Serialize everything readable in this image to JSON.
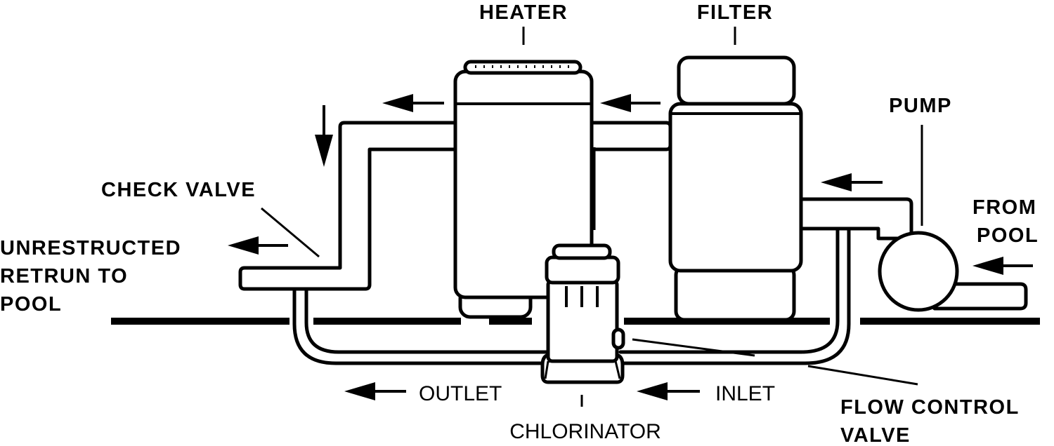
{
  "diagram": {
    "title": "Pool equipment plumbing with in-line chlorinator",
    "colors": {
      "stroke": "#000000",
      "background": "#ffffff"
    },
    "labels": {
      "heater": "HEATER",
      "filter": "FILTER",
      "pump": "PUMP",
      "from_pool_line1": "FROM",
      "from_pool_line2": "POOL",
      "check_valve": "CHECK VALVE",
      "return_line1": "UNRESTRUCTED",
      "return_line2": "RETRUN TO",
      "return_line3": "POOL",
      "outlet": "OUTLET",
      "inlet": "INLET",
      "chlorinator": "CHLORINATOR",
      "flow_control_line1": "FLOW CONTROL",
      "flow_control_line2": "VALVE"
    },
    "components": [
      "pump",
      "filter",
      "heater",
      "check valve",
      "chlorinator",
      "flow control valve"
    ],
    "flow_direction": "right-to-left",
    "arrows": [
      {
        "name": "heater-outflow-arrow",
        "direction": "left"
      },
      {
        "name": "filter-to-heater-arrow",
        "direction": "left"
      },
      {
        "name": "down-arrow",
        "direction": "down"
      },
      {
        "name": "return-arrow",
        "direction": "left"
      },
      {
        "name": "pump-to-filter-arrow",
        "direction": "left"
      },
      {
        "name": "from-pool-arrow",
        "direction": "left"
      },
      {
        "name": "outlet-arrow",
        "direction": "left"
      },
      {
        "name": "inlet-arrow",
        "direction": "left"
      }
    ]
  }
}
